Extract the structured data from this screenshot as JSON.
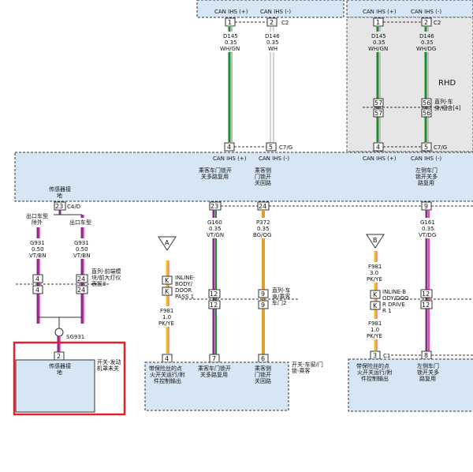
{
  "colors": {
    "module_fill": "#d6e6f5",
    "rhd_fill": "#e6e6e6",
    "highlight": "#e0202a",
    "wire_green": "#1e8a2a",
    "wire_white": "#bdbdbd",
    "wire_violet": "#8a2a8c",
    "wire_pink": "#e84aa0",
    "wire_orange": "#e0a030",
    "wire_yellow": "#f0c419"
  },
  "top_left": {
    "can_high": "CAN IHS (+)",
    "can_low": "CAN IHS (-)",
    "pin1": "1",
    "pin2": "2",
    "connector": "C2",
    "wire1": [
      "D145",
      "0.35",
      "WH/GN"
    ],
    "wire2": [
      "D146",
      "0.35",
      "WH"
    ],
    "pin4": "4",
    "pin5": "5",
    "bottom_connector": "C7/G"
  },
  "top_right": {
    "can_high": "CAN IHS (+)",
    "can_low": "CAN IHS (-)",
    "pin1": "1",
    "pin2": "2",
    "connector": "C2",
    "wire1": [
      "D145",
      "0.35",
      "WH/GN"
    ],
    "wire2": [
      "D146",
      "0.35",
      "WH/DG"
    ],
    "rhd": "RHD",
    "pin57a": "57",
    "pin56a": "56",
    "pin57b": "57",
    "pin56b": "56",
    "inline_note": [
      "直列-车",
      "身/组合[4]"
    ],
    "pin4": "4",
    "pin5": "5",
    "bottom_connector": "C7/G"
  },
  "module": {
    "can_high_left": "CAN IHS (+)",
    "can_low_left": "CAN IHS (-)",
    "can_high_right": "CAN IHS (+)",
    "can_low_right": "CAN IHS (-)",
    "sensor_ground": [
      "传感器接",
      "地"
    ],
    "pass_door_switch": [
      "乘客车门锁开",
      "关多路复用"
    ],
    "pass_door_unlock": [
      "乘客侧",
      "门锁开",
      "关回路"
    ],
    "left_door": [
      "左侧车门",
      "锁开关多",
      "路复用"
    ],
    "c4d_pin": "23",
    "c4d": "C4/D",
    "pin23": "23",
    "pin24": "24",
    "pin9": "9"
  },
  "ground_branch": {
    "left_label": [
      "出口车型",
      "除外"
    ],
    "right_label": [
      "出口车型"
    ],
    "wire_l": [
      "G931",
      "0.50",
      "VT/BN"
    ],
    "wire_r": [
      "G931",
      "0.50",
      "VT/BN"
    ],
    "inline_note": [
      "直列-前端模",
      "块/前大灯仪",
      "表板3"
    ],
    "pin4a": "4",
    "pin24a": "24",
    "pin4b": "4",
    "pin24b": "24",
    "splice": "SG931",
    "bottom_pin": "2",
    "bottom_box_label": [
      "传感器接",
      "地"
    ],
    "switch_note": [
      "开关-发动",
      "机罩未关"
    ]
  },
  "mid_wires": {
    "g160": [
      "G160",
      "0.35",
      "VT/GN"
    ],
    "p372": [
      "P372",
      "0.35",
      "BG/OG"
    ],
    "g161": [
      "G161",
      "0.35",
      "VT/DG"
    ],
    "pin12a": "12",
    "pin12b": "12",
    "pin9a": "9",
    "pin9b": "9",
    "inline_note": [
      "直列-车",
      "身/乘客",
      "车门2"
    ],
    "pin12c": "12",
    "pin12d": "12"
  },
  "feed_a": {
    "triangle": "A",
    "k1": "K",
    "k2": "K",
    "inline": [
      "INLINE-",
      "BODY/",
      "DOOR",
      "PASS 1"
    ],
    "wire": [
      "F981",
      "1.0",
      "PK/YE"
    ]
  },
  "feed_b": {
    "triangle": "B",
    "wire_top": [
      "F981",
      "3.0",
      "PK/YE"
    ],
    "k1": "K",
    "k2": "K",
    "inline": [
      "INLINE-B",
      "ODY/DOO",
      "R DRIVE",
      "R 1"
    ],
    "wire": [
      "F981",
      "1.0",
      "PK/YE"
    ]
  },
  "bottom_left": {
    "pin4": "4",
    "pin7": "7",
    "pin6": "6",
    "fused": [
      "带保险丝的点",
      "火开关运行/附",
      "件控制输出"
    ],
    "pass_mux": [
      "乘客车门锁开",
      "关多路复用"
    ],
    "pass_loop": [
      "乘客侧",
      "门锁开",
      "关回路"
    ],
    "switch_note": [
      "开关-车窗/门",
      "锁-乘客"
    ]
  },
  "bottom_right": {
    "pin3": "3",
    "connector": "C1",
    "pin8": "8",
    "fused": [
      "带保险丝的点",
      "火开关运行/附",
      "件控制输出"
    ],
    "left_mux": [
      "左侧车门",
      "锁开关多",
      "路复用"
    ]
  }
}
